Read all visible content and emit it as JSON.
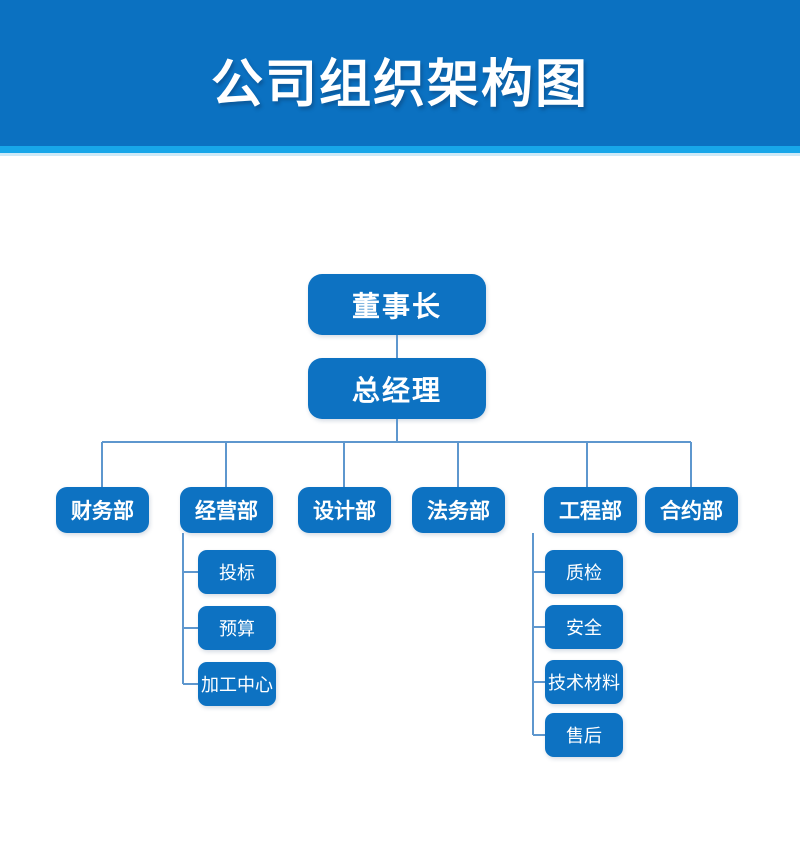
{
  "header": {
    "title": "公司组织架构图"
  },
  "org": {
    "root": {
      "label": "董事长"
    },
    "manager": {
      "label": "总经理"
    },
    "departments": [
      {
        "label": "财务部"
      },
      {
        "label": "经营部"
      },
      {
        "label": "设计部"
      },
      {
        "label": "法务部"
      },
      {
        "label": "工程部"
      },
      {
        "label": "合约部"
      }
    ],
    "operations_children": [
      {
        "label": "投标"
      },
      {
        "label": "预算"
      },
      {
        "label": "加工中心"
      }
    ],
    "engineering_children": [
      {
        "label": "质检"
      },
      {
        "label": "安全"
      },
      {
        "label": "技术材料"
      },
      {
        "label": "售后"
      }
    ]
  },
  "colors": {
    "header_bg": "#0b71c1",
    "accent_strip": "#17a6e9",
    "accent_strip_light": "#cde9f7",
    "node_fill": "#0d72c2",
    "node_text": "#ffffff",
    "connector": "#5e97ce"
  }
}
